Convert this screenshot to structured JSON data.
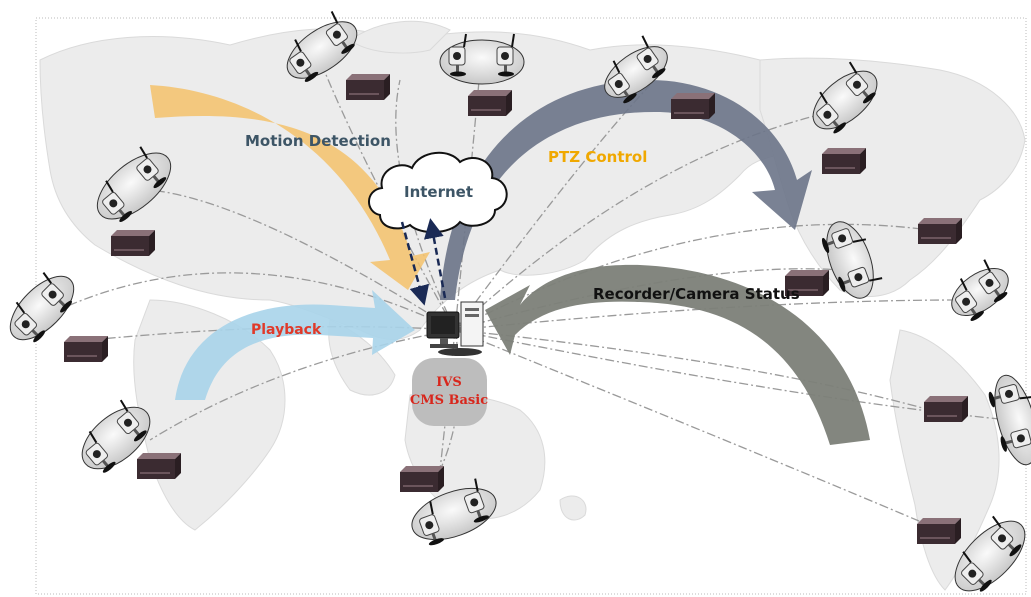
{
  "diagram": {
    "labels": {
      "motion_detection": "Motion Detection",
      "internet": "Internet",
      "ptz_control": "PTZ Control",
      "recorder_camera_status": "Recorder/Camera Status",
      "playback": "Playback",
      "hub_line1": "IVS",
      "hub_line2": "CMS Basic"
    },
    "colors": {
      "motion_detection": "#f5c26b",
      "ptz_control": "#6c7488",
      "recorder_status": "#7c7f78",
      "playback": "#a9d4ea",
      "label_dark": "#3d5566",
      "label_red": "#e03a2a",
      "label_orange": "#f0a800",
      "label_black": "#111111",
      "hub_red": "#d8261c"
    }
  }
}
